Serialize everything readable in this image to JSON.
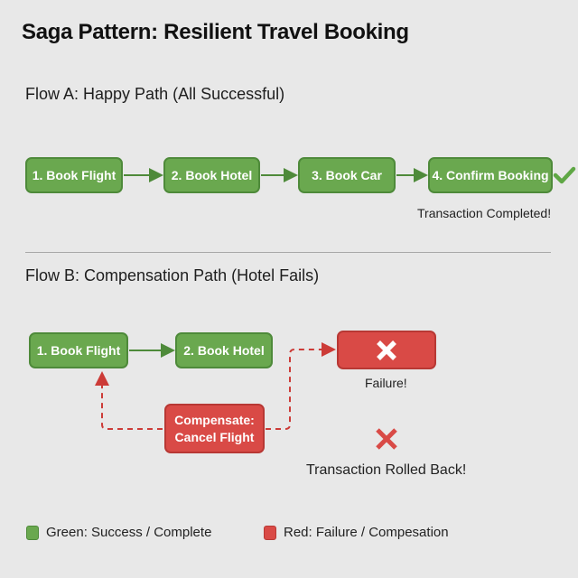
{
  "title": "Saga Pattern: Resilient Travel Booking",
  "flow_a": {
    "heading": "Flow A: Happy Path (All Successful)",
    "steps": [
      "1. Book Flight",
      "2. Book Hotel",
      "3. Book Car",
      "4. Confirm Booking"
    ],
    "status_icon": "check-icon",
    "result": "Transaction Completed!"
  },
  "flow_b": {
    "heading": "Flow B: Compensation Path (Hotel Fails)",
    "steps": [
      "1. Book Flight",
      "2. Book Hotel"
    ],
    "failure_icon": "x-icon",
    "failure_label": "Failure!",
    "compensate_line1": "Compensate:",
    "compensate_line2": "Cancel Flight",
    "rollback_icon": "x-icon",
    "result": "Transaction Rolled Back!"
  },
  "legend": [
    {
      "label": "Green: Success / Complete",
      "color": "#6aa84f"
    },
    {
      "label": "Red: Failure / Compesation",
      "color": "#d94a46"
    }
  ],
  "colors": {
    "success": "#6aa84f",
    "failure": "#d94a46",
    "background": "#e8e8e8"
  }
}
